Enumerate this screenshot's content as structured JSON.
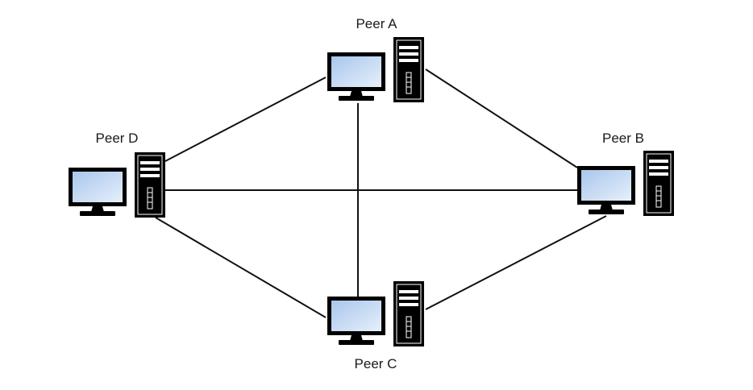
{
  "diagram": {
    "peers": [
      {
        "id": "A",
        "label": "Peer A"
      },
      {
        "id": "B",
        "label": "Peer B"
      },
      {
        "id": "C",
        "label": "Peer C"
      },
      {
        "id": "D",
        "label": "Peer D"
      }
    ],
    "connections": [
      [
        "A",
        "B"
      ],
      [
        "A",
        "C"
      ],
      [
        "A",
        "D"
      ],
      [
        "B",
        "C"
      ],
      [
        "B",
        "D"
      ],
      [
        "C",
        "D"
      ]
    ]
  },
  "colors": {
    "line": "#111111",
    "screen_top": "#a9c6ec",
    "screen_bottom": "#e6f0fb",
    "monitor_frame": "#000000",
    "tower_body": "#000000",
    "tower_detail": "#ffffff"
  },
  "icons": {
    "node": "desktop-computer-icon"
  }
}
